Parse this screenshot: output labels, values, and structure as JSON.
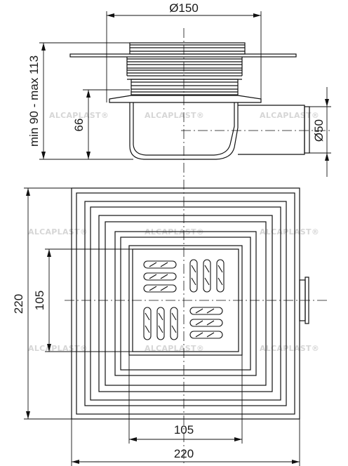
{
  "dimensions": {
    "top_diameter": "Ø150",
    "height_range": "min 90 - max 113",
    "outlet_height": "66",
    "outlet_diameter": "Ø50",
    "grate_height": "105",
    "body_height": "220",
    "grate_width": "105",
    "body_width": "220"
  },
  "watermark": "ALCAPLAST®"
}
